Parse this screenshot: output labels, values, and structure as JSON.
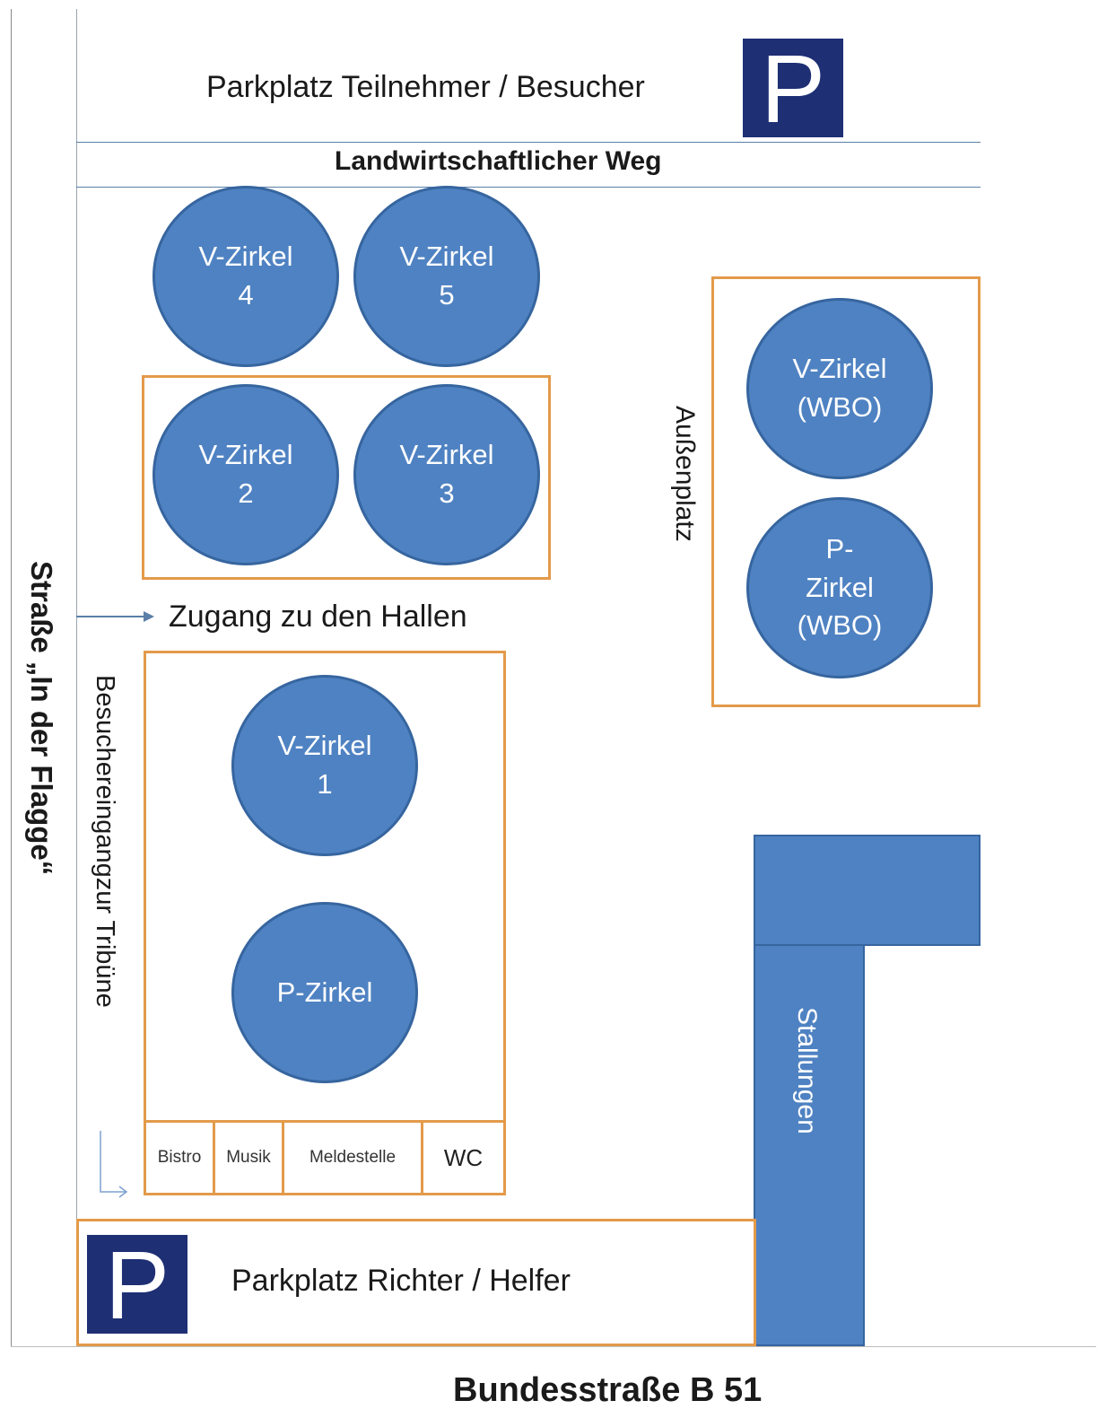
{
  "roads": {
    "west": "Straße „In der Flagge“",
    "south": "Bundesstraße B 51",
    "farm_path": "Landwirtschaftlicher Weg"
  },
  "parking": {
    "visitors": "Parkplatz Teilnehmer / Besucher",
    "judges": "Parkplatz Richter / Helfer",
    "sign_letter": "P"
  },
  "access": {
    "halls": "Zugang zu den Hallen",
    "tribune": "Besuchereingangzur Tribüne"
  },
  "areas": {
    "outdoor": "Außenplatz",
    "stables": "Stallungen"
  },
  "rings": {
    "v4": [
      "V-Zirkel",
      "4"
    ],
    "v5": [
      "V-Zirkel",
      "5"
    ],
    "v2": [
      "V-Zirkel",
      "2"
    ],
    "v3": [
      "V-Zirkel",
      "3"
    ],
    "vwbo": [
      "V-Zirkel",
      "(WBO)"
    ],
    "pwbo": [
      "P-",
      "Zirkel",
      "(WBO)"
    ],
    "v1": [
      "V-Zirkel",
      "1"
    ],
    "p": [
      "P-Zirkel"
    ]
  },
  "facilities": {
    "bistro": "Bistro",
    "musik": "Musik",
    "meldestelle": "Meldestelle",
    "wc": "WC"
  },
  "colors": {
    "ring_fill": "#4f82c2",
    "box_outline": "#e39a4a",
    "parking_sign": "#1e2f74",
    "road_line": "#5b7fa8"
  }
}
